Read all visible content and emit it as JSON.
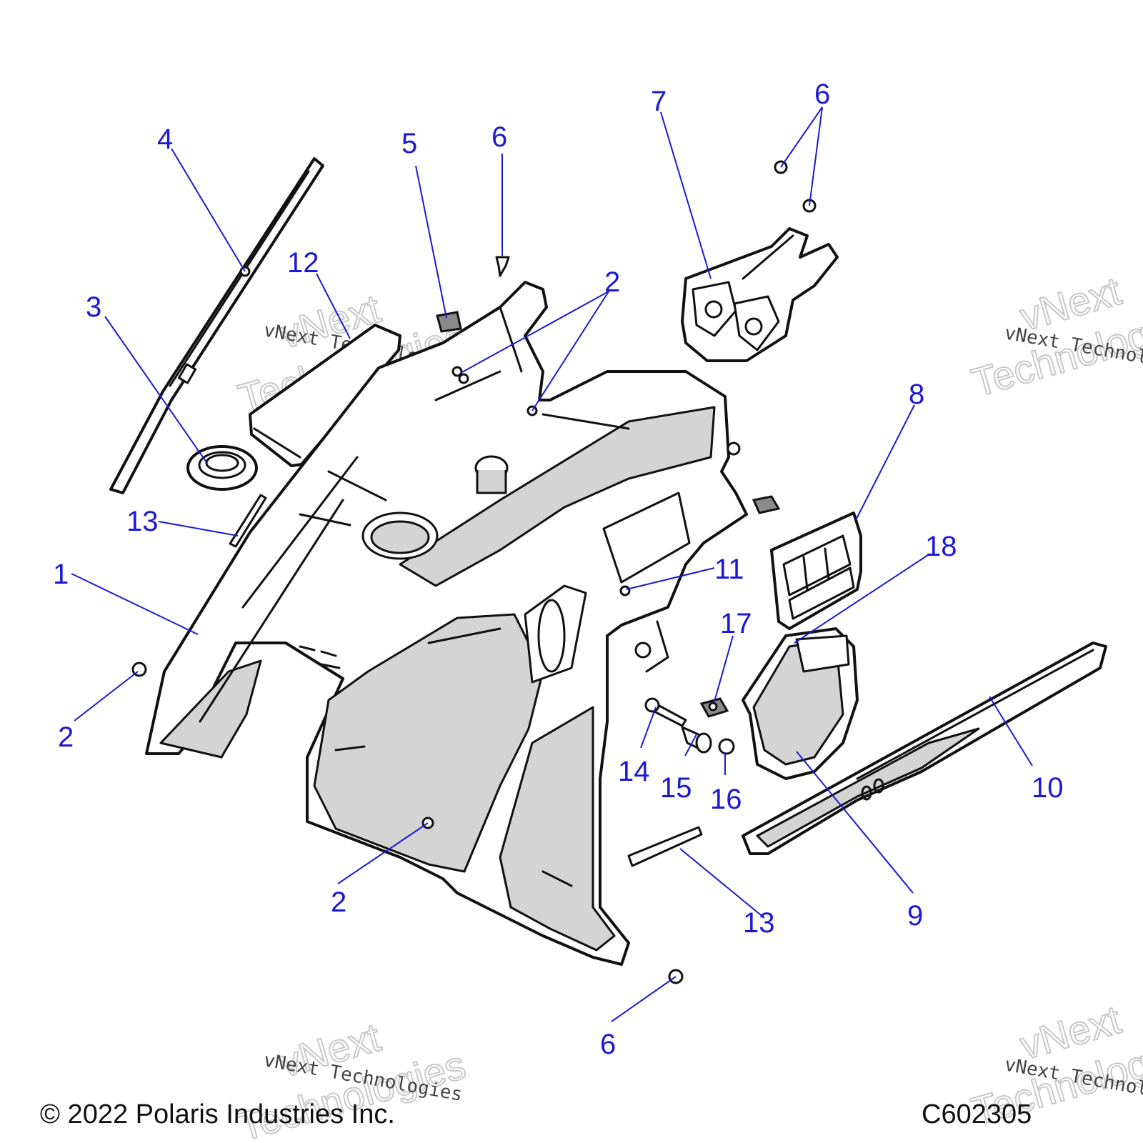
{
  "callouts": {
    "c1": "1",
    "c2a": "2",
    "c2b": "2",
    "c2c": "2",
    "c3": "3",
    "c4": "4",
    "c5": "5",
    "c6a": "6",
    "c6b": "6",
    "c6c": "6",
    "c7": "7",
    "c8": "8",
    "c9": "9",
    "c10": "10",
    "c11": "11",
    "c12": "12",
    "c13a": "13",
    "c13b": "13",
    "c14": "14",
    "c15": "15",
    "c16": "16",
    "c17": "17",
    "c18": "18"
  },
  "watermark": {
    "line1": "vNext",
    "line2": "Technologies",
    "small": "vNext Technologies"
  },
  "footer": {
    "copyright": "© 2022 Polaris Industries Inc.",
    "figure_id": "C602305"
  },
  "colors": {
    "callout": "#1a1ad4",
    "line": "#111111",
    "fill_shade": "#d4d4d4"
  }
}
